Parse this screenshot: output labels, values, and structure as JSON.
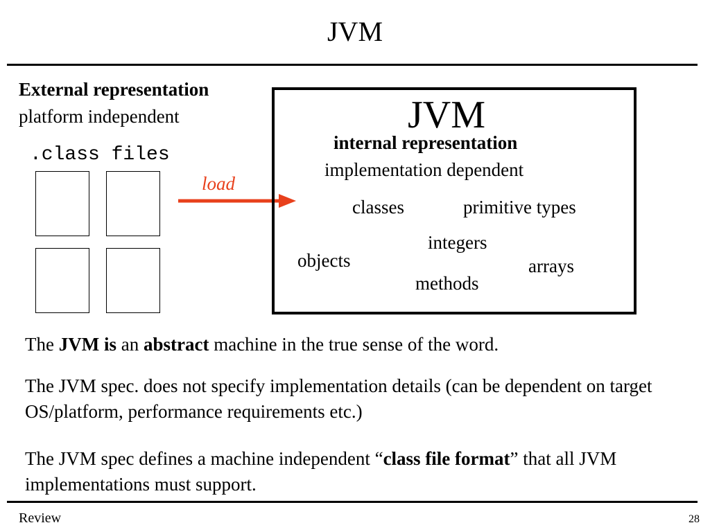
{
  "slide_title": "JVM",
  "external": {
    "heading": "External representation",
    "subheading": "platform independent",
    "files_label": ".class files"
  },
  "load_label": "load",
  "jvm_box": {
    "title": "JVM",
    "heading": "internal representation",
    "subheading": "implementation dependent",
    "items": {
      "classes": "classes",
      "primitive_types": "primitive types",
      "integers": "integers",
      "objects": "objects",
      "arrays": "arrays",
      "methods": "methods"
    }
  },
  "paragraphs": {
    "p1": {
      "t1": "The ",
      "b1": "JVM is",
      "t2": " an ",
      "b2": "abstract",
      "t3": " machine in the true sense of the word."
    },
    "p2": "The JVM spec. does not specify implementation details (can be dependent on target OS/platform, performance requirements etc.)",
    "p3": {
      "t1": "The JVM spec defines a machine independent “",
      "b1": "class file format",
      "t2": "” that all JVM implementations must support."
    }
  },
  "footer": {
    "left": "Review",
    "page_number": "28"
  },
  "colors": {
    "accent": "#e8401c"
  }
}
